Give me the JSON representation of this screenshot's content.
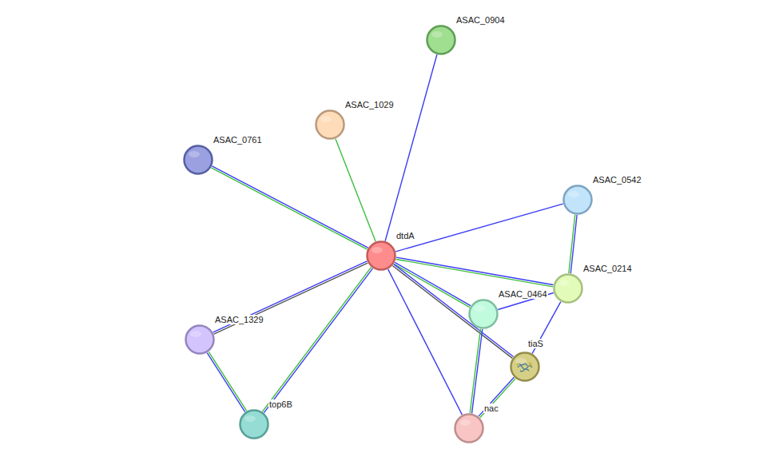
{
  "diagram": {
    "nodes": [
      {
        "text": [
          "ASAC_0904"
        ]
      },
      {
        "text": [
          "ASAC_1029"
        ]
      },
      {
        "text": [
          "ASAC_0761"
        ]
      },
      {
        "text": [
          "ASAC_0542"
        ]
      },
      {
        "text": [
          "dtdA"
        ]
      },
      {
        "text": [
          "ASAC_0214"
        ]
      },
      {
        "text": [
          "ASAC_0464"
        ]
      },
      {
        "text": [
          "ASAC_1329"
        ]
      },
      {
        "text": [
          "tiaS"
        ]
      },
      {
        "text": [
          "top6B"
        ]
      },
      {
        "text": [
          "nac"
        ]
      }
    ],
    "edges": [
      {
        "from": 4,
        "to": 0,
        "arrow": "none"
      },
      {
        "from": 4,
        "to": 1,
        "arrow": "none"
      },
      {
        "from": 4,
        "to": 2,
        "arrow": "none"
      },
      {
        "from": 4,
        "to": 3,
        "arrow": "none"
      },
      {
        "from": 4,
        "to": 5,
        "arrow": "none"
      },
      {
        "from": 4,
        "to": 6,
        "arrow": "none"
      },
      {
        "from": 4,
        "to": 7,
        "arrow": "none"
      },
      {
        "from": 4,
        "to": 8,
        "arrow": "none"
      },
      {
        "from": 4,
        "to": 9,
        "arrow": "none"
      },
      {
        "from": 4,
        "to": 10,
        "arrow": "none"
      },
      {
        "from": 3,
        "to": 5,
        "arrow": "none"
      },
      {
        "from": 6,
        "to": 5,
        "arrow": "none"
      },
      {
        "from": 5,
        "to": 8,
        "arrow": "none"
      },
      {
        "from": 6,
        "to": 10,
        "arrow": "none"
      },
      {
        "from": 8,
        "to": 10,
        "arrow": "none"
      },
      {
        "from": 7,
        "to": 9,
        "arrow": "none"
      }
    ]
  }
}
